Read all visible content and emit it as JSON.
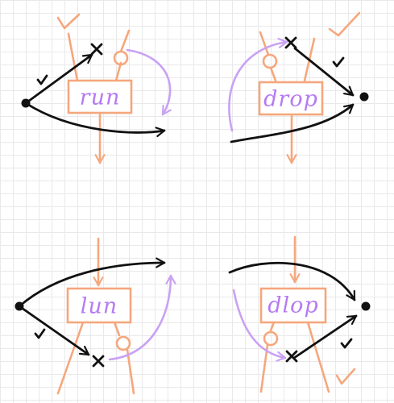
{
  "palette": {
    "background": "#ffffff",
    "grid": "#e9e9e9",
    "orange": "#f5a77c",
    "black": "#111111",
    "purple": "#c9a2f4",
    "label": "#b57af2"
  },
  "panels": [
    {
      "id": "run",
      "label": "run"
    },
    {
      "id": "drop",
      "label": "drop"
    },
    {
      "id": "lun",
      "label": "lun"
    },
    {
      "id": "dlop",
      "label": "dlop"
    }
  ]
}
